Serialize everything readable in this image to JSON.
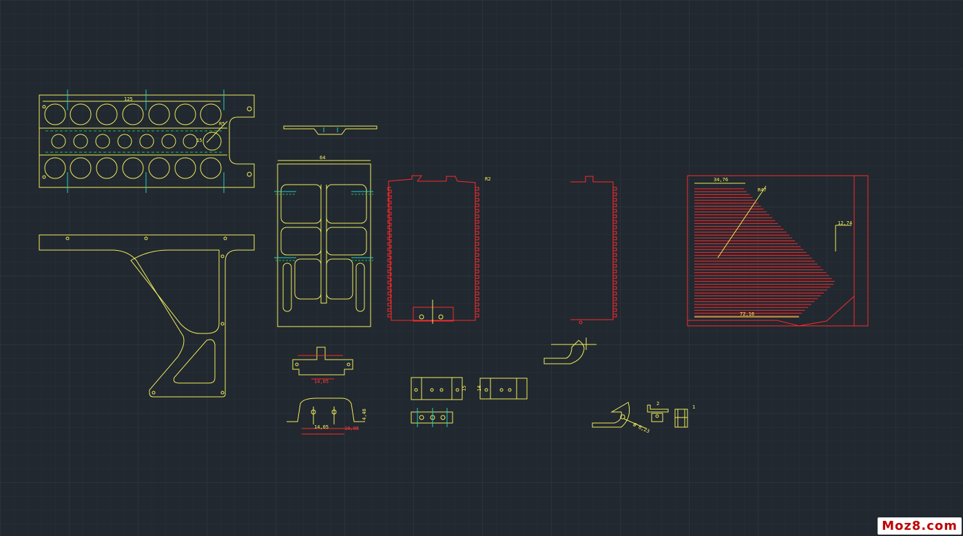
{
  "colors": {
    "background": "#212830",
    "grid_minor": "#2a323b",
    "grid_major": "#333d47",
    "yellow": "#f4f05a",
    "red": "#ff2a2a",
    "cyan": "#22d3c0",
    "green": "#1fbf5a"
  },
  "dimensions": {
    "plate_width": "125",
    "plate_center": "15",
    "plate_radius": "R5",
    "frame_width": "64",
    "shell_radius": "R2",
    "section_top": "34,76",
    "section_radius": "R47",
    "section_side": "12,74",
    "section_bottom": "72,16",
    "bracket_a_span": "14,05",
    "bracket_b_span": "14,05",
    "bracket_b_height": "4,48",
    "bracket_b_offset": "10,95",
    "block_a_height": "15",
    "block_b_height": "14",
    "clip_dim": "2",
    "clip_dim_small": "1",
    "hook_diameter": "Ø 6,23"
  },
  "watermark": "Moz8.com"
}
